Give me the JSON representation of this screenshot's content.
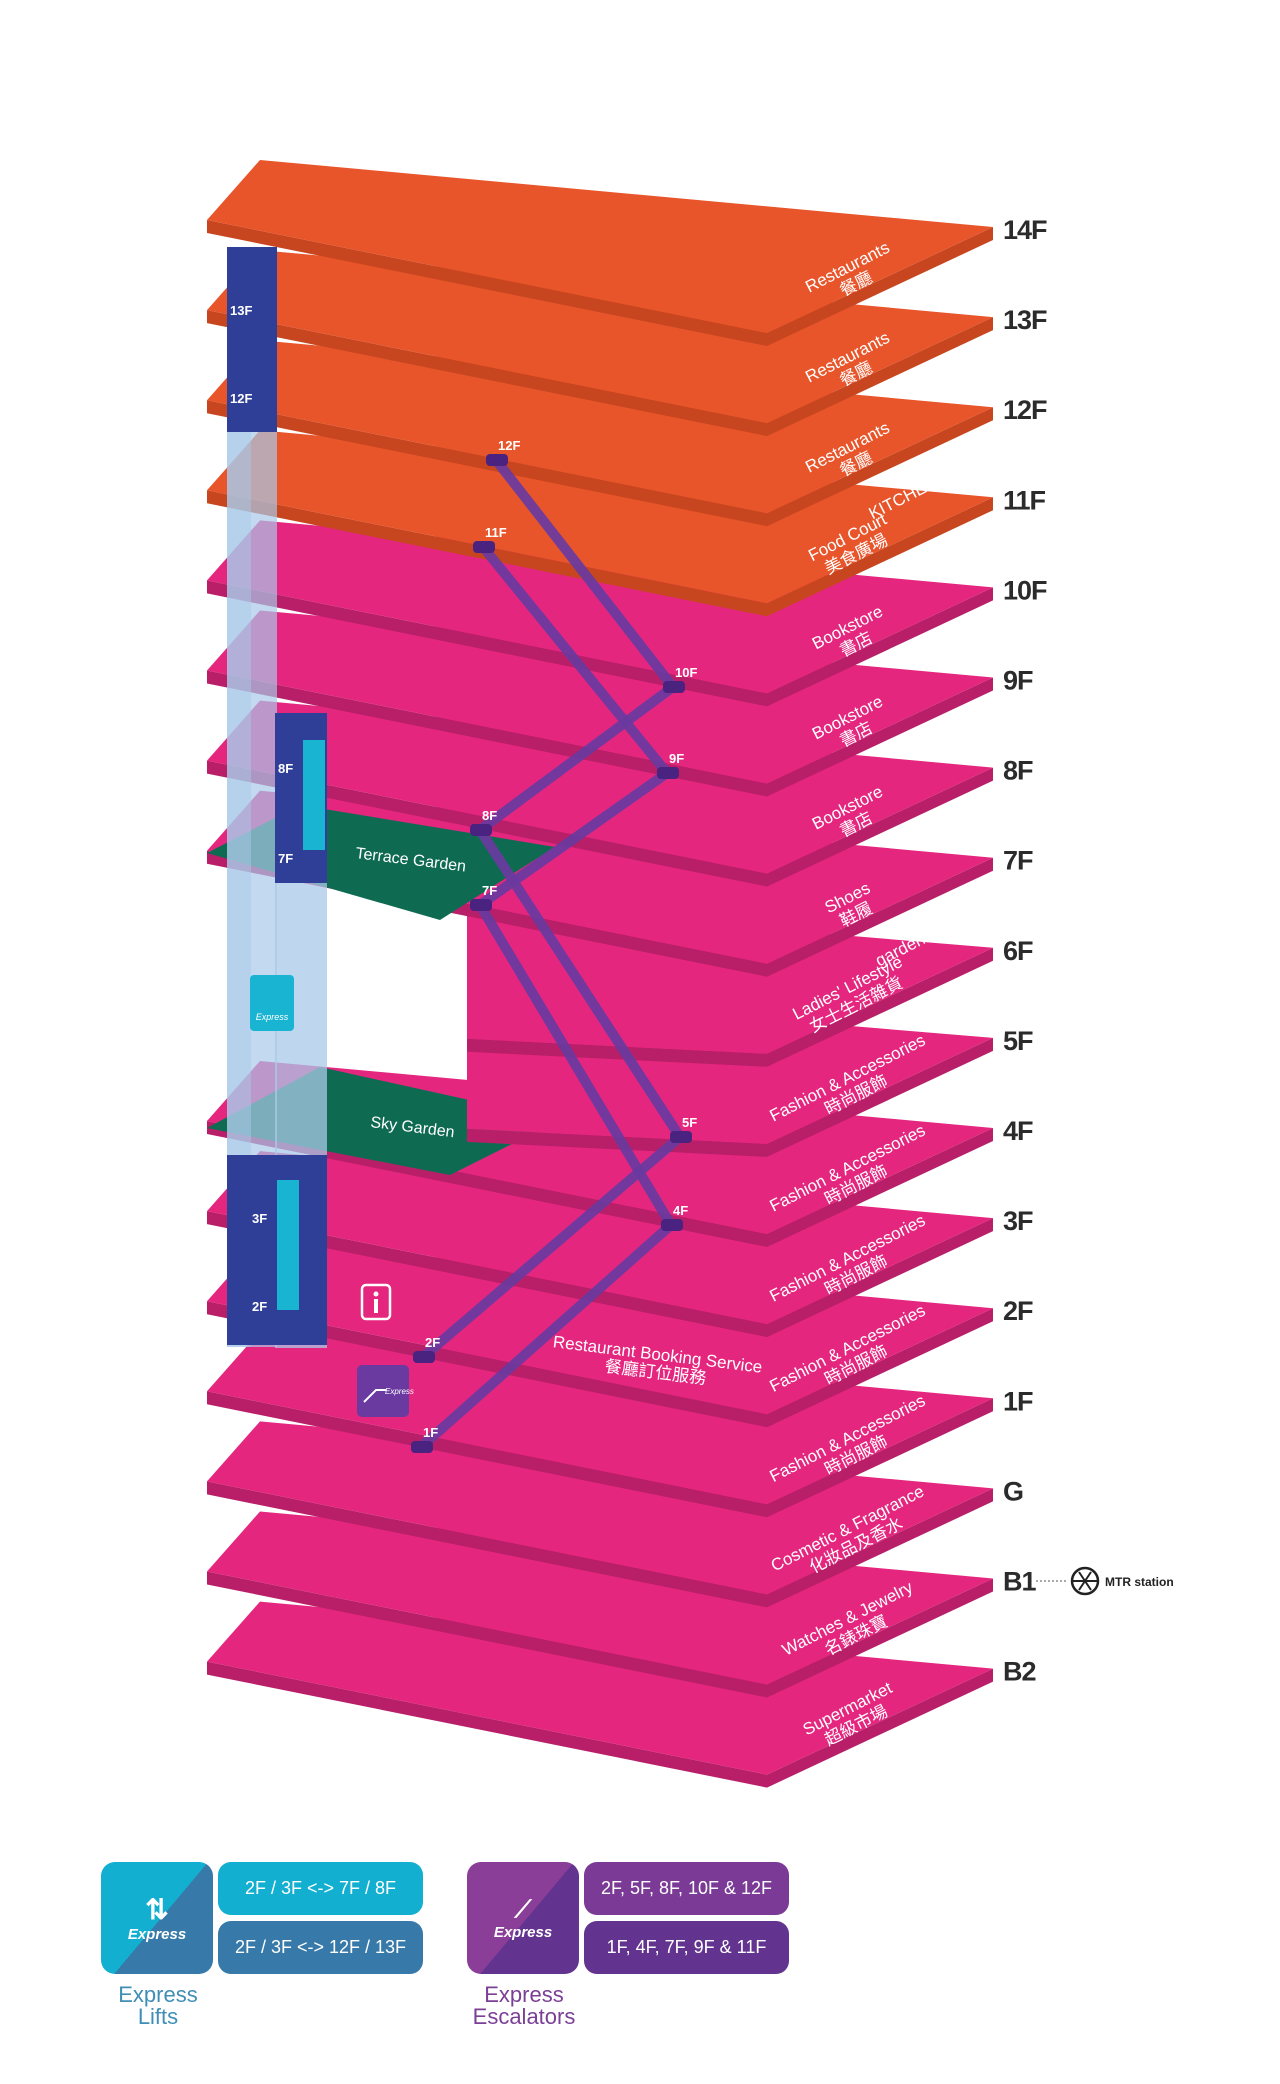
{
  "colors": {
    "restaurant": "#e8552b",
    "restaurant_side": "#c8461f",
    "retail": "#e5267f",
    "retail_side": "#b81f68",
    "garden": "#0e6b52",
    "lift_dark": "#2f3f98",
    "lift_light": "#a9c9e8",
    "lift_cyan": "#1ab4d3",
    "escalator": "#6a3aa0",
    "label": "#2b2b2b"
  },
  "floors": [
    {
      "label": "14F",
      "en": "Restaurants",
      "zh": "餐廳",
      "type": "restaurant"
    },
    {
      "label": "13F",
      "en": "Restaurants",
      "zh": "餐廳",
      "type": "restaurant"
    },
    {
      "label": "12F",
      "en": "Restaurants",
      "zh": "餐廳",
      "type": "restaurant"
    },
    {
      "label": "11F",
      "en": "Food Court",
      "zh": "美食廣場",
      "type": "restaurant",
      "logo": "KITCHEN eleven"
    },
    {
      "label": "10F",
      "en": "Bookstore",
      "zh": "書店",
      "type": "retail"
    },
    {
      "label": "9F",
      "en": "Bookstore",
      "zh": "書店",
      "type": "retail"
    },
    {
      "label": "8F",
      "en": "Bookstore",
      "zh": "書店",
      "type": "retail"
    },
    {
      "label": "7F",
      "en": "Shoes",
      "zh": "鞋履",
      "type": "retail",
      "garden": "Terrace Garden"
    },
    {
      "label": "6F",
      "en": "Ladies' Lifestyle",
      "zh": "女士生活雜貨",
      "type": "retail",
      "logo": "garden of eden",
      "void": true
    },
    {
      "label": "5F",
      "en": "Fashion & Accessories",
      "zh": "時尚服飾",
      "type": "retail",
      "void": true
    },
    {
      "label": "4F",
      "en": "Fashion & Accessories",
      "zh": "時尚服飾",
      "type": "retail",
      "garden": "Sky Garden"
    },
    {
      "label": "3F",
      "en": "Fashion & Accessories",
      "zh": "時尚服飾",
      "type": "retail"
    },
    {
      "label": "2F",
      "en": "Fashion & Accessories",
      "zh": "時尚服飾",
      "type": "retail",
      "note_en": "Restaurant Booking Service",
      "note_zh": "餐廳訂位服務"
    },
    {
      "label": "1F",
      "en": "Fashion & Accessories",
      "zh": "時尚服飾",
      "type": "retail"
    },
    {
      "label": "G",
      "en": "Cosmetic & Fragrance",
      "zh": "化妝品及香水",
      "type": "retail"
    },
    {
      "label": "B1",
      "en": "Watches & Jewelry",
      "zh": "名錶珠寶",
      "type": "retail",
      "link": "MTR station"
    },
    {
      "label": "B2",
      "en": "Supermarket",
      "zh": "超級市場",
      "type": "retail"
    }
  ],
  "escalators": {
    "route_a": [
      "2F",
      "5F",
      "8F",
      "10F",
      "12F"
    ],
    "route_b": [
      "1F",
      "4F",
      "7F",
      "9F",
      "11F"
    ]
  },
  "lift_labels": {
    "long": [
      "13F",
      "12F",
      "3F",
      "2F"
    ],
    "short": [
      "8F",
      "7F",
      "3F",
      "2F"
    ]
  },
  "icons": {
    "info": "info-icon",
    "express_lift": "express-lift-icon",
    "express_escalator": "express-escalator-icon",
    "mtr": "mtr-logo-icon"
  },
  "legend": {
    "lifts": {
      "icon_text": "Express",
      "routes": [
        "2F / 3F <-> 7F / 8F",
        "2F / 3F <-> 12F / 13F"
      ],
      "caption": [
        "Express",
        "Lifts"
      ]
    },
    "escalators": {
      "icon_text": "Express",
      "routes": [
        "2F, 5F, 8F, 10F & 12F",
        "1F, 4F, 7F, 9F & 11F"
      ],
      "caption": [
        "Express",
        "Escalators"
      ]
    }
  }
}
